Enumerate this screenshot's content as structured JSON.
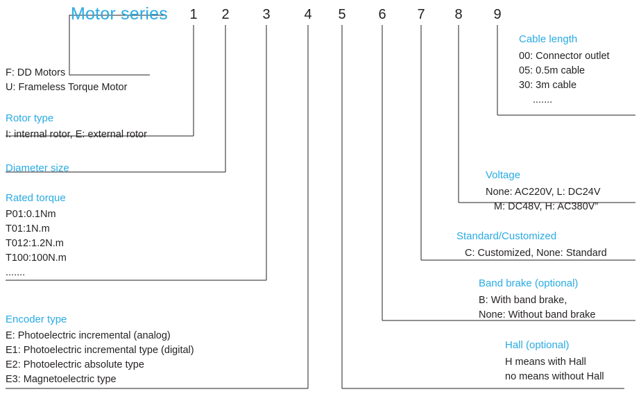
{
  "title": "Motor series",
  "digits": [
    "1",
    "2",
    "3",
    "4",
    "5",
    "6",
    "7",
    "8",
    "9"
  ],
  "left_groups": [
    {
      "heading": "",
      "lines": [
        "F: DD Motors",
        "U: Frameless Torque Motor"
      ]
    },
    {
      "heading": "Rotor type",
      "lines": [
        "I: internal rotor, E: external rotor"
      ]
    },
    {
      "heading": "Diameter size",
      "lines": []
    },
    {
      "heading": "Rated torque",
      "lines": [
        "P01:0.1Nm",
        "T01:1N.m",
        "T012:1.2N.m",
        "T100:100N.m",
        "......."
      ]
    },
    {
      "heading": "Encoder type",
      "lines": [
        "E: Photoelectric incremental (analog)",
        "E1: Photoelectric incremental type (digital)",
        "E2: Photoelectric absolute type",
        "E3: Magnetoelectric type"
      ]
    }
  ],
  "right_groups": [
    {
      "heading": "Cable length",
      "lines": [
        "00: Connector outlet",
        "05: 0.5m cable",
        "30: 3m cable",
        "......."
      ]
    },
    {
      "heading": "Voltage",
      "lines": [
        "None: AC220V, L: DC24V",
        "M: DC48V, H: AC380V”"
      ]
    },
    {
      "heading": "Standard/Customized",
      "lines": [
        "C: Customized, None: Standard"
      ]
    },
    {
      "heading": "Band brake (optional)",
      "lines": [
        "B: With band brake,",
        "None: Without band brake"
      ]
    },
    {
      "heading": "Hall (optional)",
      "lines": [
        "H means with Hall",
        "no means without Hall"
      ]
    }
  ],
  "colors": {
    "accent": "#29ABE2",
    "text": "#231f20",
    "line": "#231f20"
  }
}
